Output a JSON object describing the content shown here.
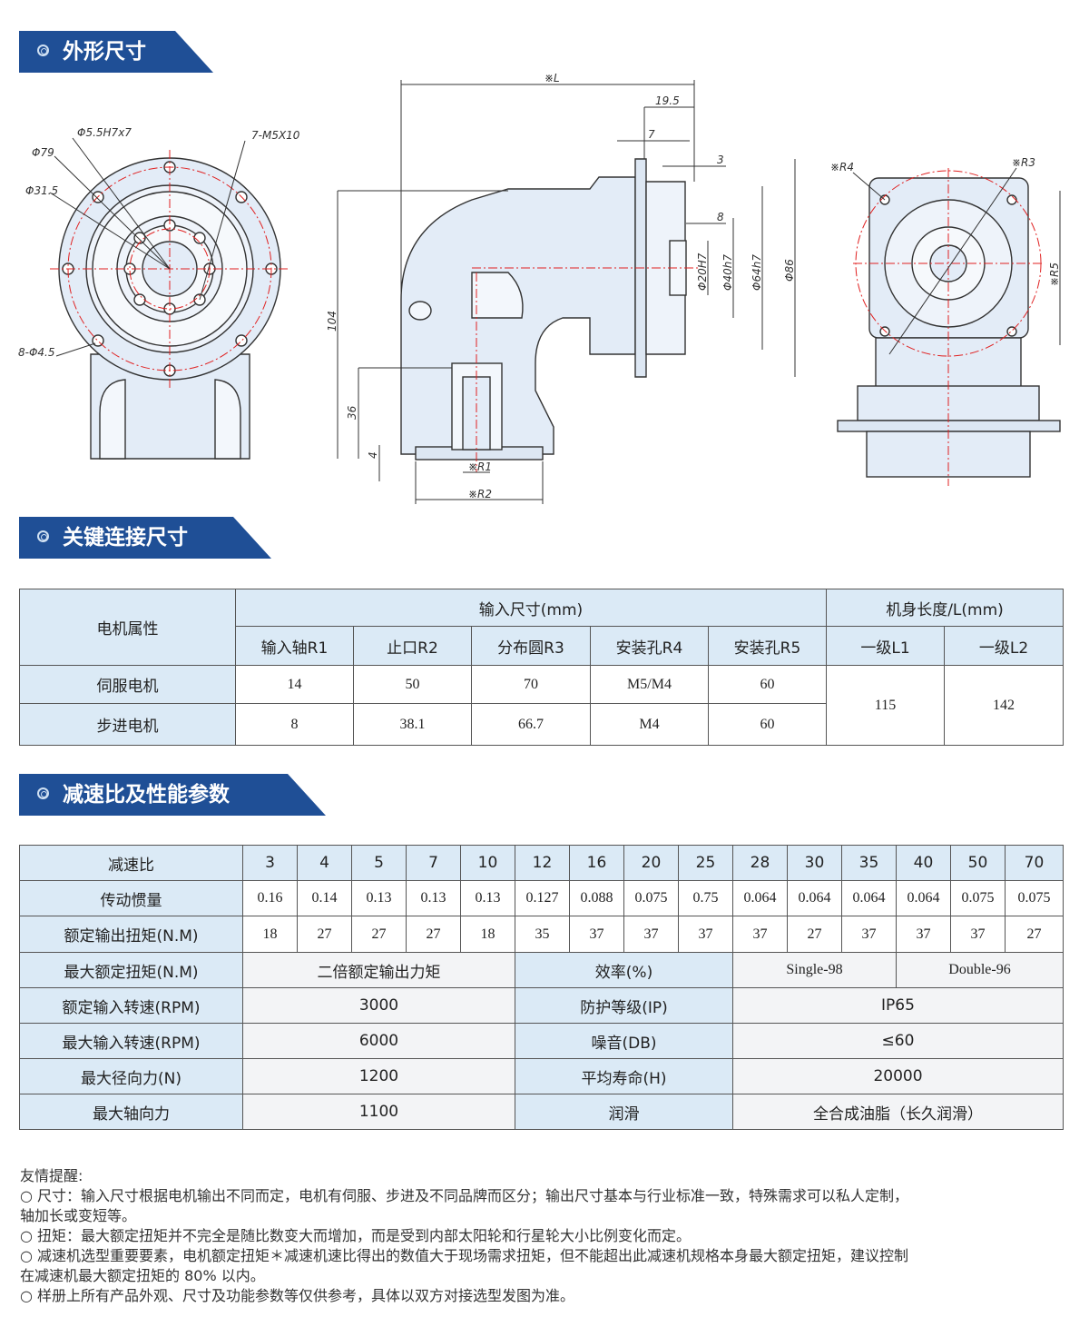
{
  "sections": {
    "dims": "外形尺寸",
    "key": "关键连接尺寸",
    "perf": "减速比及性能参数"
  },
  "drawing_labels": {
    "front": {
      "d1": "Φ5.5H7x7",
      "d2": "Φ79",
      "d3": "Φ31.5",
      "d4": "7-M5X10",
      "d5": "8-Φ4.5"
    },
    "side": {
      "L": "※L",
      "a": "19.5",
      "b": "7",
      "c": "3",
      "d": "8",
      "e": "Φ20H7",
      "f": "Φ40h7",
      "g": "Φ64h7",
      "h": "Φ86",
      "i": "104",
      "j": "36",
      "k": "4",
      "r1": "※R1",
      "r2": "※R2"
    },
    "back": {
      "r4": "※R4",
      "r3": "※R3",
      "r5": "※R5"
    }
  },
  "key_table": {
    "motor_attr": "电机属性",
    "input_size": "输入尺寸(mm)",
    "body_len": "机身长度/L(mm)",
    "cols": [
      "输入轴R1",
      "止口R2",
      "分布圆R3",
      "安装孔R4",
      "安装孔R5",
      "一级L1",
      "一级L2"
    ],
    "rows": [
      {
        "name": "伺服电机",
        "vals": [
          "14",
          "50",
          "70",
          "M5/M4",
          "60"
        ]
      },
      {
        "name": "步进电机",
        "vals": [
          "8",
          "38.1",
          "66.7",
          "M4",
          "60"
        ]
      }
    ],
    "L1": "115",
    "L2": "142"
  },
  "perf_table": {
    "ratio_label": "减速比",
    "ratios": [
      "3",
      "4",
      "5",
      "7",
      "10",
      "12",
      "16",
      "20",
      "25",
      "28",
      "30",
      "35",
      "40",
      "50",
      "70"
    ],
    "inertia_label": "传动惯量",
    "inertia": [
      "0.16",
      "0.14",
      "0.13",
      "0.13",
      "0.13",
      "0.127",
      "0.088",
      "0.075",
      "0.75",
      "0.064",
      "0.064",
      "0.064",
      "0.064",
      "0.075",
      "0.075"
    ],
    "torque_label": "额定输出扭矩(N.M)",
    "torque": [
      "18",
      "27",
      "27",
      "27",
      "18",
      "35",
      "37",
      "37",
      "37",
      "37",
      "27",
      "37",
      "37",
      "37",
      "27"
    ],
    "rows": [
      {
        "l": "最大额定扭矩(N.M)",
        "v": "二倍额定输出力矩",
        "l2": "效率(%)",
        "v2a": "Single-98",
        "v2b": "Double-96"
      },
      {
        "l": "额定输入转速(RPM)",
        "v": "3000",
        "l2": "防护等级(IP)",
        "v2": "IP65"
      },
      {
        "l": "最大输入转速(RPM)",
        "v": "6000",
        "l2": "噪音(DB)",
        "v2": "≤60"
      },
      {
        "l": "最大径向力(N)",
        "v": "1200",
        "l2": "平均寿命(H)",
        "v2": "20000"
      },
      {
        "l": "最大轴向力",
        "v": "1100",
        "l2": "润滑",
        "v2": "全合成油脂（长久润滑）"
      }
    ]
  },
  "notes": [
    "友情提醒:",
    "○ 尺寸：输入尺寸根据电机输出不同而定，电机有伺服、步进及不同品牌而区分；输出尺寸基本与行业标准一致，特殊需求可以私人定制，",
    "轴加长或变短等。",
    "○ 扭矩：最大额定扭矩并不完全是随比数变大而增加，而是受到内部太阳轮和行星轮大小比例变化而定。",
    "○ 减速机选型重要要素，电机额定扭矩＊减速机速比得出的数值大于现场需求扭矩，但不能超出此减速机规格本身最大额定扭矩，建议控制",
    "在减速机最大额定扭矩的 80% 以内。",
    "○ 样册上所有产品外观、尺寸及功能参数等仅供参考，具体以双方对接选型发图为准。"
  ]
}
